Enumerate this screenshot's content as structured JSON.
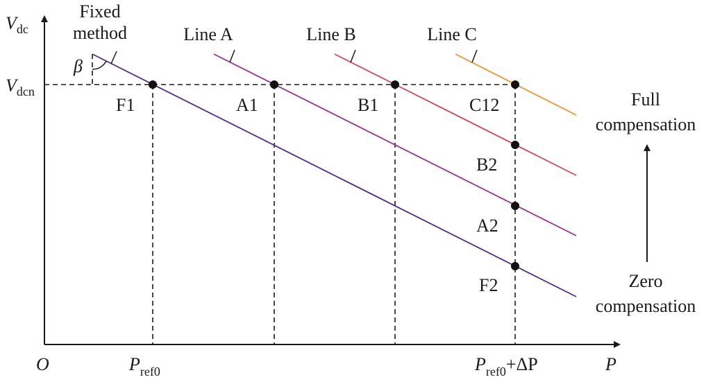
{
  "axes": {
    "y_symbol": "V",
    "y_sub": "dc",
    "x_symbol": "P",
    "origin": "O",
    "y_tick_symbol": "V",
    "y_tick_sub": "dcn",
    "x_tick1_symbol": "P",
    "x_tick1_sub": "ref0",
    "x_tick2_symbol": "P",
    "x_tick2_sub": "ref0",
    "x_tick2_suffix": "+ΔP"
  },
  "lines": [
    {
      "id": "fixed",
      "label_line1": "Fixed",
      "label_line2": "method",
      "color": "#4b2a93"
    },
    {
      "id": "A",
      "label": "Line A",
      "color": "#9b2f8c"
    },
    {
      "id": "B",
      "label": "Line B",
      "color": "#d04a5a"
    },
    {
      "id": "C",
      "label": "Line C",
      "color": "#f0922c"
    }
  ],
  "angle_label": "β",
  "points": {
    "F1": "F1",
    "A1": "A1",
    "B1": "B1",
    "C12": "C12",
    "B2": "B2",
    "A2": "A2",
    "F2": "F2"
  },
  "scale": {
    "top_label_line1": "Full",
    "top_label_line2": "compensation",
    "bottom_label_line1": "Zero",
    "bottom_label_line2": "compensation"
  }
}
